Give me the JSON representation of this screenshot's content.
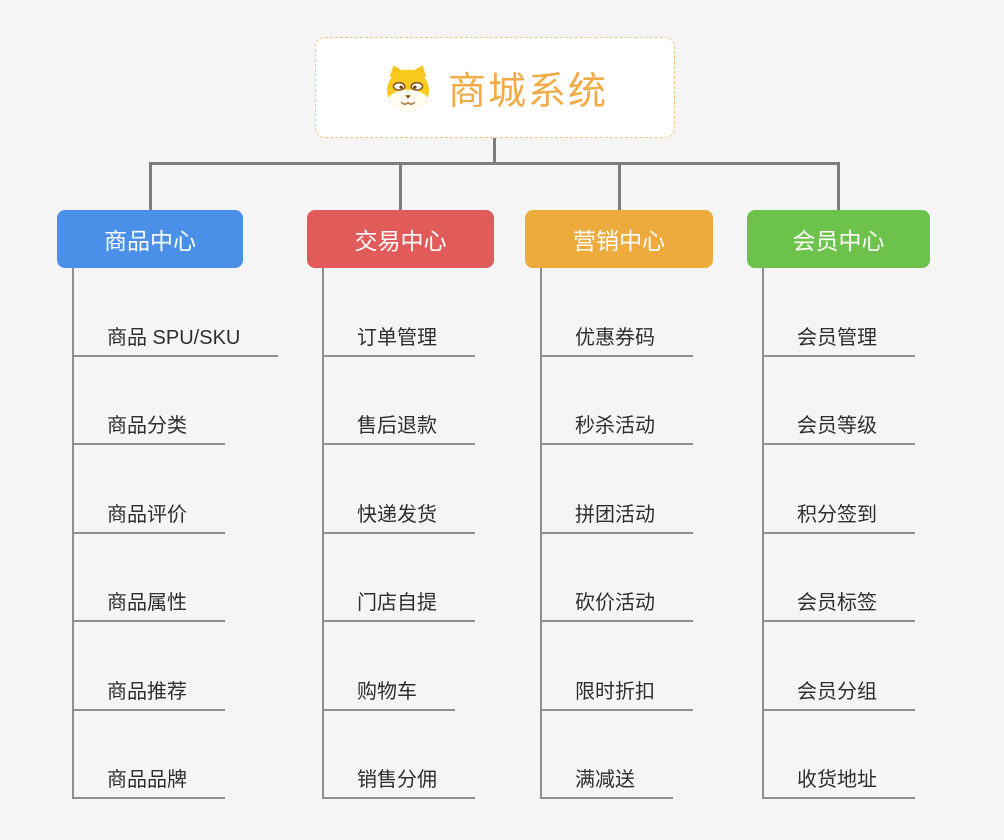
{
  "root": {
    "title": "商城系统",
    "icon": "shiba-dog-icon"
  },
  "branches": [
    {
      "id": "product-center",
      "label": "商品中心",
      "color": "#4a90e8",
      "children": [
        "商品 SPU/SKU",
        "商品分类",
        "商品评价",
        "商品属性",
        "商品推荐",
        "商品品牌"
      ]
    },
    {
      "id": "trade-center",
      "label": "交易中心",
      "color": "#e25b5b",
      "children": [
        "订单管理",
        "售后退款",
        "快递发货",
        "门店自提",
        "购物车",
        "销售分佣"
      ]
    },
    {
      "id": "marketing-center",
      "label": "营销中心",
      "color": "#edaa3d",
      "children": [
        "优惠券码",
        "秒杀活动",
        "拼团活动",
        "砍价活动",
        "限时折扣",
        "满减送"
      ]
    },
    {
      "id": "member-center",
      "label": "会员中心",
      "color": "#6cc24a",
      "children": [
        "会员管理",
        "会员等级",
        "积分签到",
        "会员标签",
        "会员分组",
        "收货地址"
      ]
    }
  ],
  "style": {
    "background": "#f5f5f6",
    "root_accent": "#f1ac47",
    "root_border": "#f1c98a",
    "connector_color": "#7e7e7e",
    "underline_color": "#8f8f8f"
  }
}
